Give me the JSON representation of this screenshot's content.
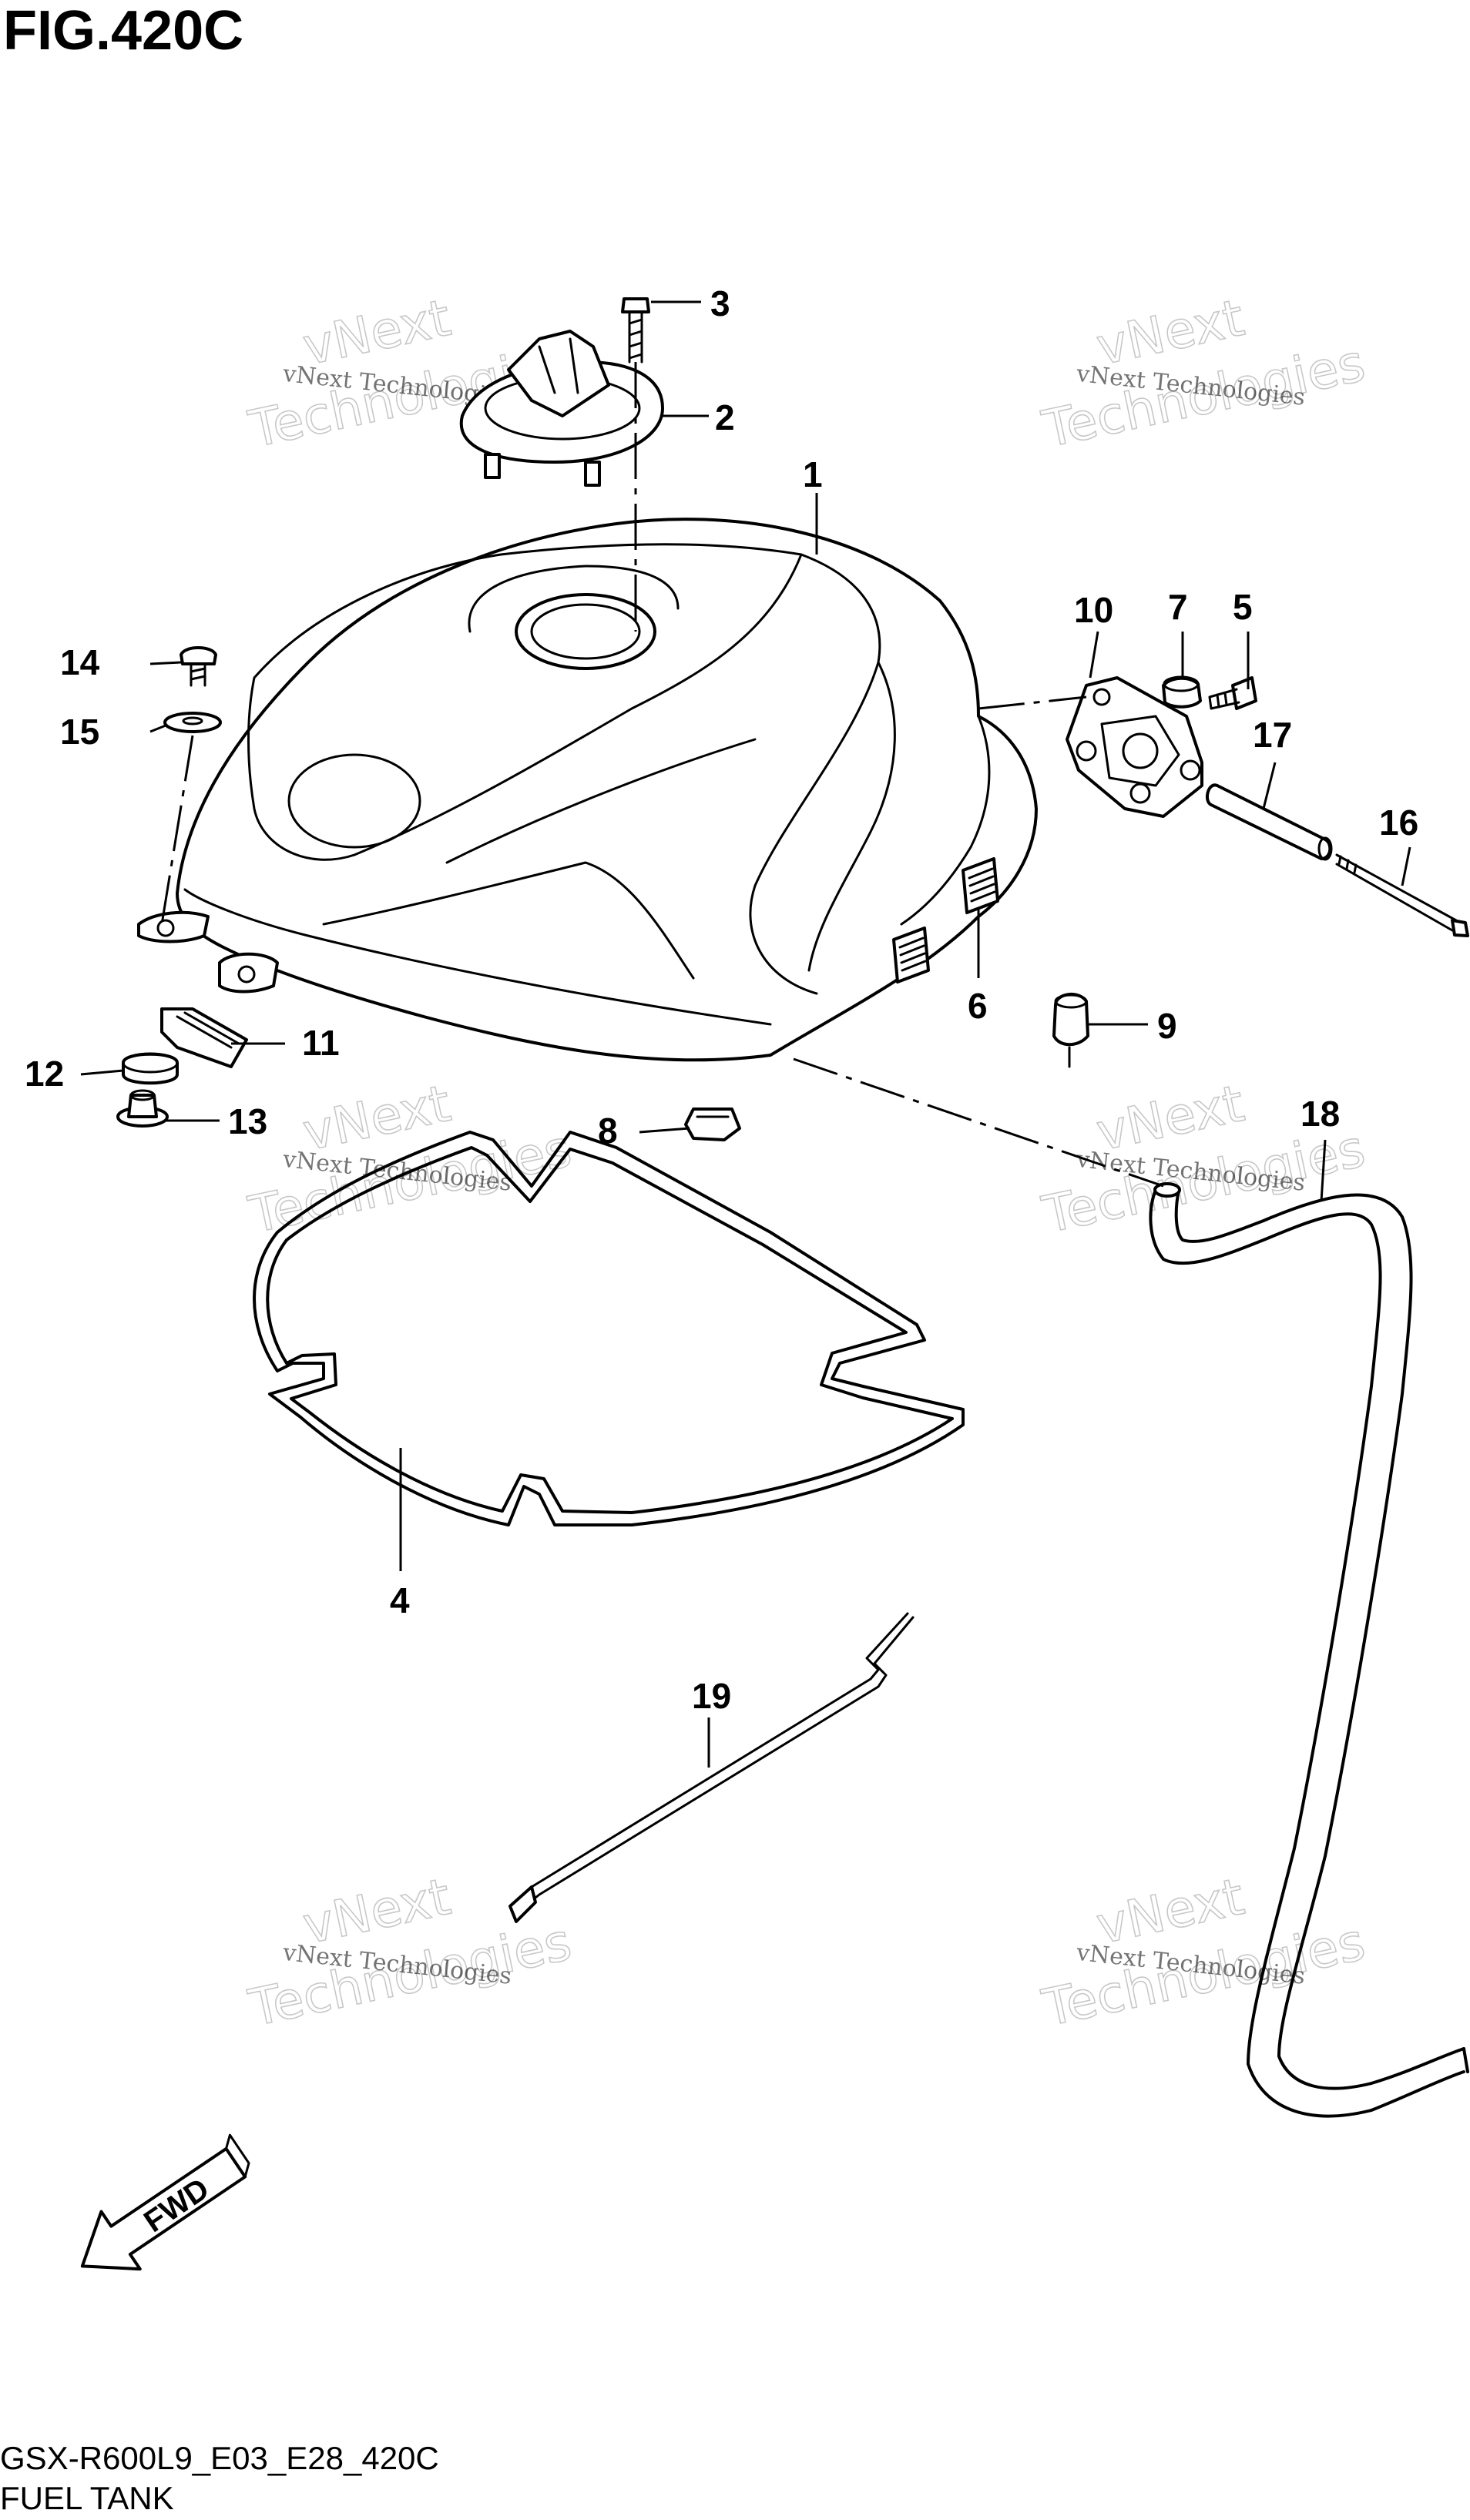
{
  "figure": {
    "title": "FIG.420C",
    "code": "GSX-R600L9_E03_E28_420C",
    "name": "FUEL TANK"
  },
  "direction_marker": {
    "label": "FWD",
    "icon": "forward-arrow-icon"
  },
  "watermark": {
    "line1": "vNext Technologies",
    "line2": "Technologies",
    "line3": "vNext"
  },
  "callouts": {
    "c1": "1",
    "c2": "2",
    "c3": "3",
    "c4": "4",
    "c5": "5",
    "c6": "6",
    "c7": "7",
    "c8": "8",
    "c9": "9",
    "c10": "10",
    "c11": "11",
    "c12": "12",
    "c13": "13",
    "c14": "14",
    "c15": "15",
    "c16": "16",
    "c17": "17",
    "c18": "18",
    "c19": "19"
  }
}
